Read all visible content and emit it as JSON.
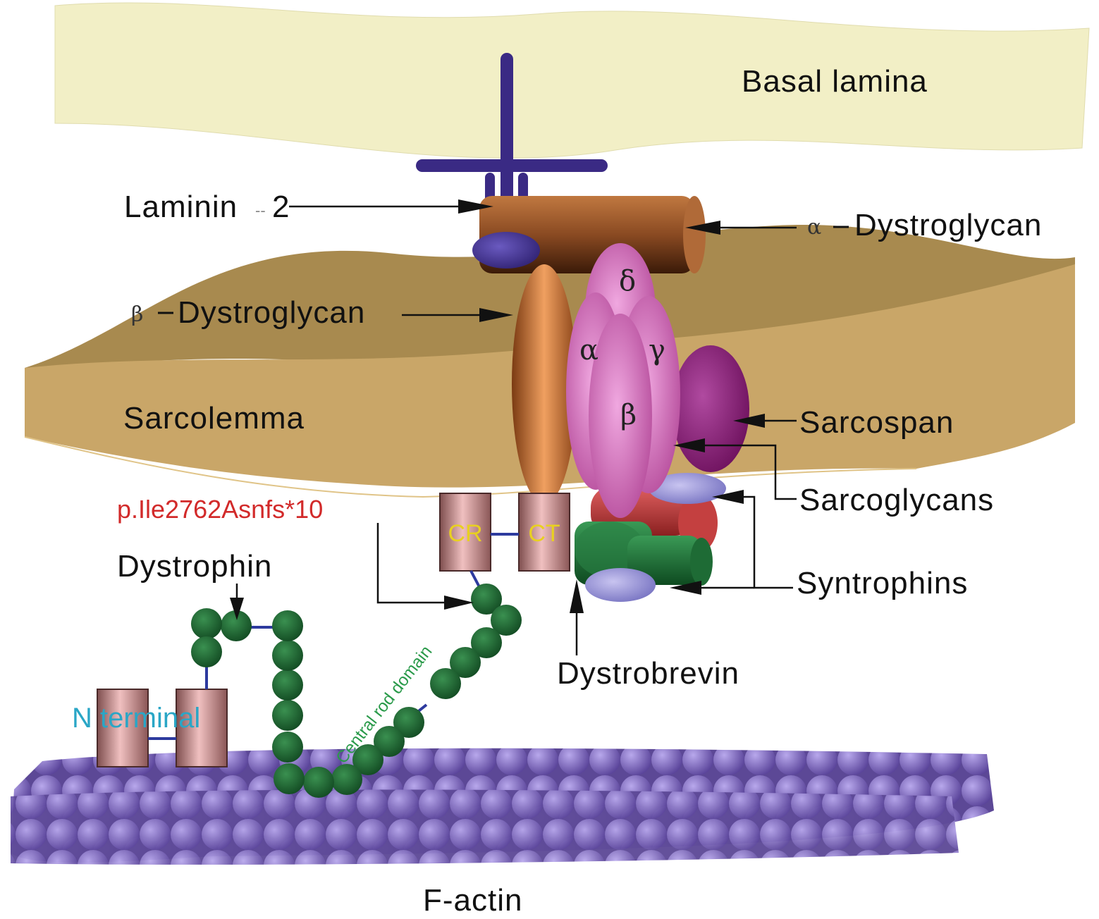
{
  "labels": {
    "basal_lamina": "Basal lamina",
    "laminin": "Laminin",
    "laminin_sep": "--",
    "laminin_num": "2",
    "alpha_dg_sym": "α",
    "alpha_dg": "Dystroglycan",
    "beta_dg_sym": "β",
    "beta_dg": "Dystroglycan",
    "sarcolemma": "Sarcolemma",
    "sarcospan": "Sarcospan",
    "sarcoglycans": "Sarcoglycans",
    "syntrophins": "Syntrophins",
    "dystrobrevin": "Dystrobrevin",
    "dystrophin": "Dystrophin",
    "mutation": "p.Ile2762Asnfs*10",
    "cr": "CR",
    "ct": "CT",
    "n_terminal": "N terminal",
    "central_rod": "Central rod domain",
    "f_actin": "F-actin"
  },
  "sarcoglycan_subunits": {
    "delta": "δ",
    "alpha": "α",
    "gamma": "γ",
    "beta": "β"
  },
  "colors": {
    "basal_lamina": "#f2efc6",
    "sarcolemma_top": "#a88a4f",
    "sarcolemma_side": "#c9a668",
    "laminin": "#3a2a84",
    "alpha_dystroglycan": "#7a3d18",
    "beta_dystroglycan": "#c8763a",
    "sarcoglycans": "#d672c2",
    "sarcospan": "#8c1f78",
    "syntrophin_green": "#1e6b35",
    "dystrobrevin_red": "#b23a3a",
    "lavender": "#8a86cc",
    "domain_box": "#d8a0a0",
    "dystrophin_bead": "#1f6a34",
    "linker": "#2d3a9e",
    "f_actin": "#7a64b8",
    "mutation_text": "#d22a2a",
    "domain_text": "#e8d020",
    "n_terminal_text": "#2aa6c6",
    "central_rod_text": "#2a9a4a"
  }
}
